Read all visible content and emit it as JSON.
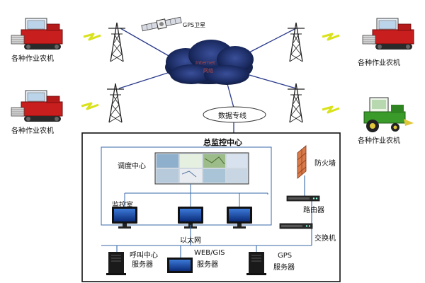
{
  "machines": {
    "top_left_label": "各种作业农机",
    "top_right_label": "各种作业农机",
    "mid_left_label": "各种作业农机",
    "mid_right_label": "各种作业农机"
  },
  "satellite": {
    "label": "GPS卫星"
  },
  "cloud": {
    "line1": "Internet",
    "line2": "网络"
  },
  "dedicated_line": {
    "label": "数据专线"
  },
  "center": {
    "title": "总监控中心",
    "dispatch_label": "调度中心",
    "monitor_room_label": "监控室",
    "firewall_label": "防火墙",
    "router_label": "路由器",
    "ethernet_label": "以太网",
    "switch_label": "交换机"
  },
  "servers": [
    {
      "line1": "呼叫中心",
      "line2": "服务器"
    },
    {
      "line1": "WEB/GIS",
      "line2": "服务器"
    },
    {
      "line1": "GPS",
      "line2": "服务器"
    }
  ],
  "colors": {
    "harvester_body": "#c81e1e",
    "tractor_body": "#3a9a2a",
    "signal": "#d9e21a",
    "cloud": "#1a2a60",
    "firewall": "#d97a4a",
    "frame": "#111111",
    "lan": "#3a7ab8"
  }
}
